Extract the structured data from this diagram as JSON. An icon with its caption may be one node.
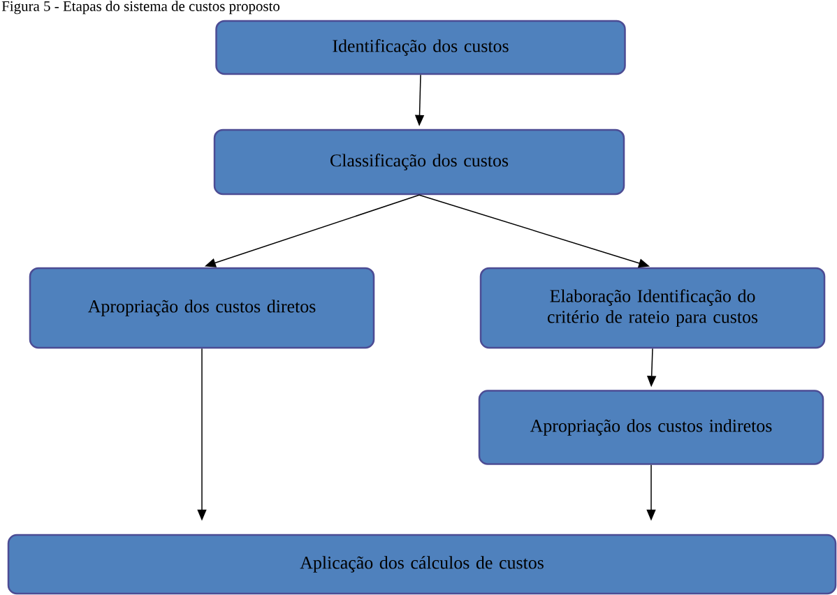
{
  "diagram": {
    "title": "Figura 5 - Etapas do sistema de custos proposto",
    "nodes": [
      {
        "text": [
          "Identificação dos custos"
        ]
      },
      {
        "text": [
          "Classificação dos custos"
        ]
      },
      {
        "text": [
          "Apropriação dos custos diretos"
        ]
      },
      {
        "text": [
          "Elaboração Identificação do critério de rateio para custos"
        ]
      },
      {
        "text": [
          "Apropriação dos custos indiretos"
        ]
      },
      {
        "text": [
          "Aplicação dos cálculos de custos"
        ]
      }
    ],
    "edges": [
      {
        "from": 0,
        "to": 1,
        "arrow": "to"
      },
      {
        "from": 1,
        "to": 2,
        "arrow": "to"
      },
      {
        "from": 1,
        "to": 3,
        "arrow": "to"
      },
      {
        "from": 3,
        "to": 4,
        "arrow": "to"
      },
      {
        "from": 2,
        "to": 5,
        "arrow": "to"
      },
      {
        "from": 4,
        "to": 5,
        "arrow": "to"
      }
    ]
  }
}
